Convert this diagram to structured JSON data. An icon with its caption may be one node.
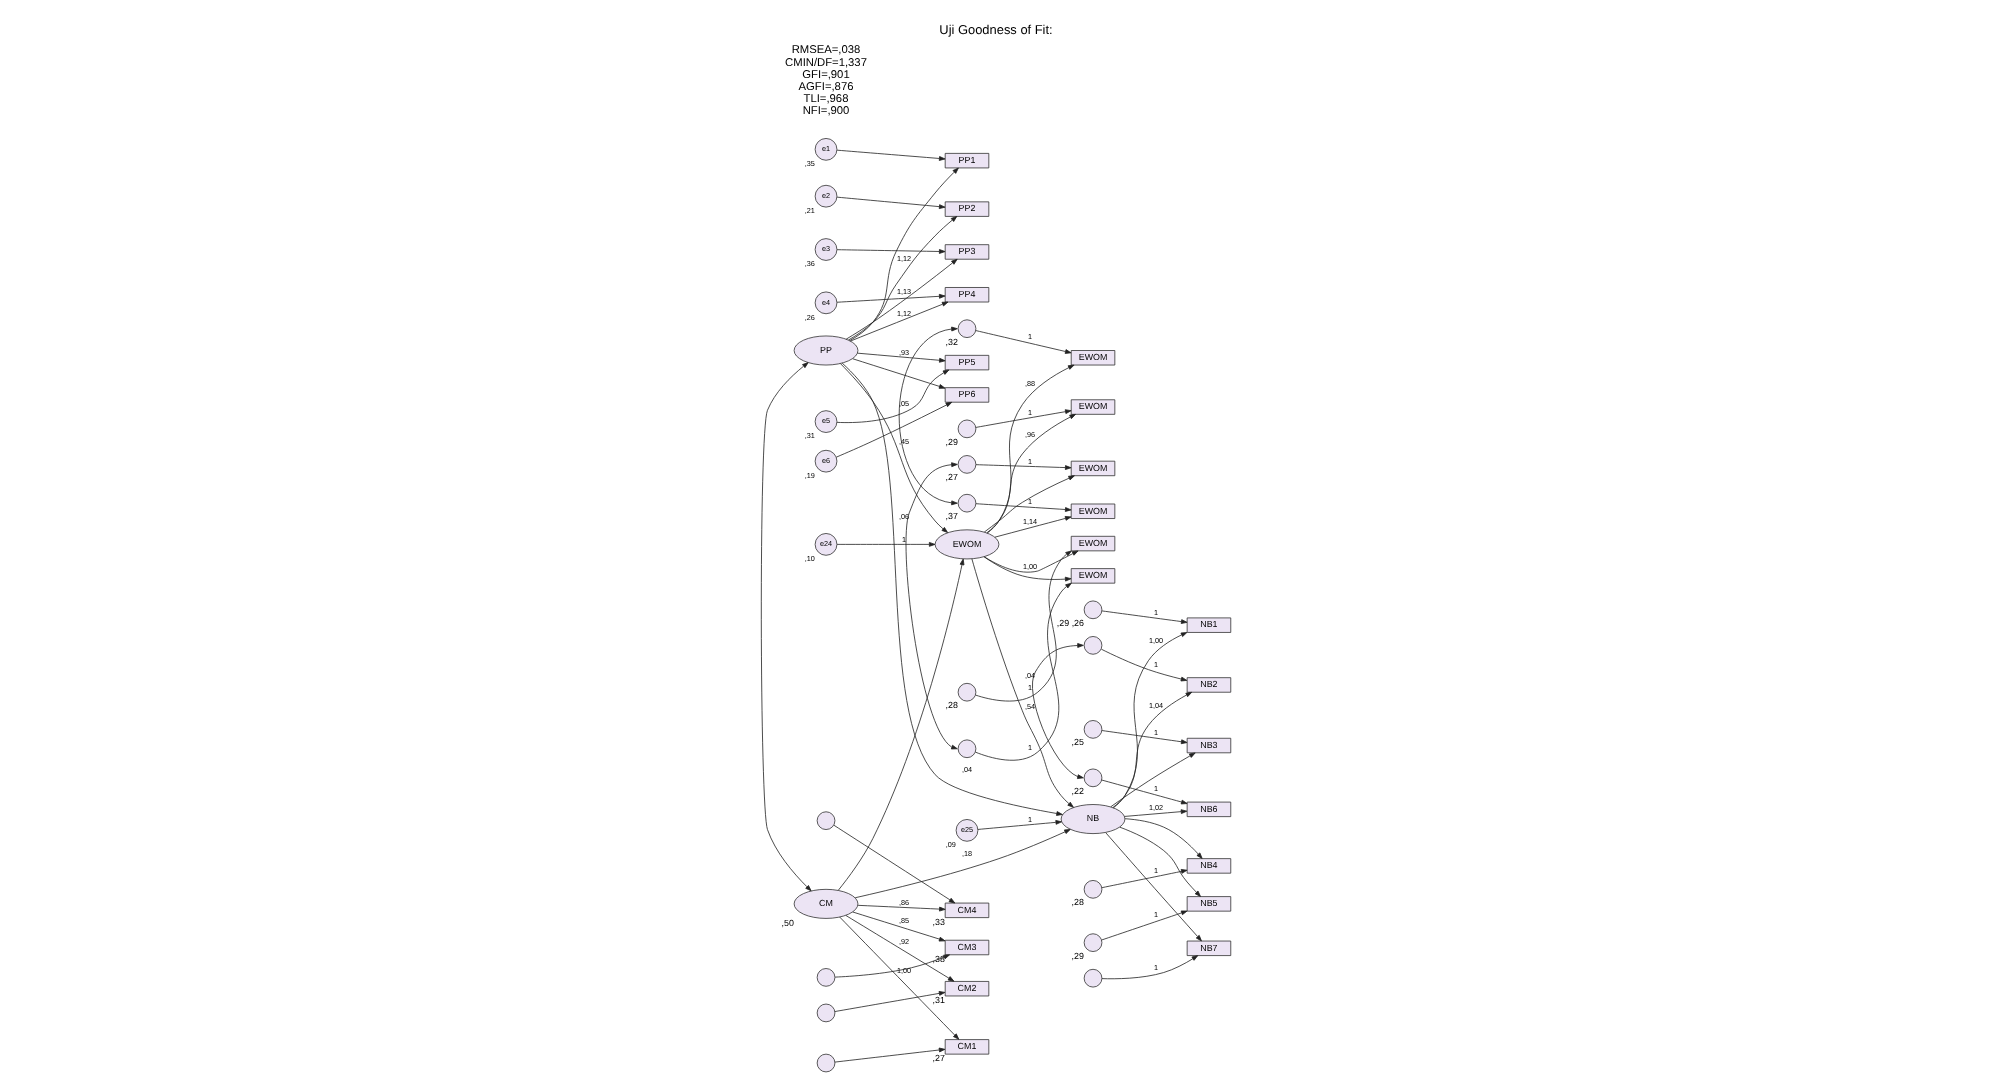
{
  "diagram": {
    "title": "Uji Goodness of Fit:",
    "nodes": [
      {
        "text": [
          "PP"
        ]
      },
      {
        "text": [
          "PP1"
        ]
      },
      {
        "text": [
          "PP2"
        ]
      },
      {
        "text": [
          "PP3"
        ]
      },
      {
        "text": [
          "PP4"
        ]
      },
      {
        "text": [
          "PP5"
        ]
      },
      {
        "text": [
          "PP6"
        ]
      },
      {
        "text": [
          "e1"
        ],
        "beside": [
          ",35"
        ]
      },
      {
        "text": [
          "e2"
        ],
        "beside": [
          ",21"
        ]
      },
      {
        "text": [
          "e3"
        ],
        "beside": [
          ",36"
        ]
      },
      {
        "text": [
          "e4"
        ],
        "beside": [
          ",26"
        ]
      },
      {
        "text": [
          "e5"
        ],
        "beside": [
          ",31"
        ]
      },
      {
        "text": [
          "e6"
        ],
        "beside": [
          ",19"
        ]
      },
      {
        "text": [
          "EWOM"
        ]
      },
      {
        "text": [
          "EWOM"
        ]
      },
      {
        "text": [
          "EWOM"
        ]
      },
      {
        "text": [
          "EWOM"
        ]
      },
      {
        "text": [
          "EWOM"
        ]
      },
      {
        "text": [
          "EWOM"
        ]
      },
      {
        "text": [],
        "shape": "circle",
        "beside": [
          ",32"
        ]
      },
      {
        "text": [],
        "shape": "circle",
        "beside": [
          ",29"
        ]
      },
      {
        "text": [],
        "shape": "circle",
        "beside": [
          ",27"
        ]
      },
      {
        "text": [],
        "shape": "circle",
        "beside": [
          ",37"
        ]
      },
      {
        "text": [],
        "shape": "circle",
        "beside": [
          ",28"
        ]
      },
      {
        "text": [],
        "shape": "circle"
      },
      {
        "text": [
          "e24"
        ],
        "beside": [
          ",10"
        ]
      },
      {
        "text": [
          "EWOM"
        ]
      },
      {
        "text": [
          "e25"
        ],
        "beside": [
          ",09"
        ]
      },
      {
        "text": [
          "NB"
        ]
      },
      {
        "text": [
          "NB1"
        ]
      },
      {
        "text": [
          "NB2"
        ]
      },
      {
        "text": [
          "NB3"
        ]
      },
      {
        "text": [
          "NB4"
        ]
      },
      {
        "text": [
          "NB5"
        ]
      },
      {
        "text": [
          "NB6"
        ]
      },
      {
        "text": [
          "NB7"
        ]
      },
      {
        "text": [],
        "shape": "circle",
        "beside": [
          ",29",
          ",26"
        ]
      },
      {
        "text": [],
        "shape": "circle"
      },
      {
        "text": [],
        "shape": "circle",
        "beside": [
          ",25"
        ]
      },
      {
        "text": [],
        "shape": "circle",
        "beside": [
          ",28"
        ]
      },
      {
        "text": [],
        "shape": "circle",
        "beside": [
          ",29"
        ]
      },
      {
        "text": [],
        "shape": "circle",
        "beside": [
          ",22"
        ]
      },
      {
        "text": [],
        "shape": "circle"
      },
      {
        "text": [
          "CM"
        ],
        "beside": [
          ",50"
        ]
      },
      {
        "text": [
          "CM4"
        ],
        "beside": [
          ",33"
        ]
      },
      {
        "text": [
          "CM3"
        ],
        "beside": [
          ",38"
        ]
      },
      {
        "text": [
          "CM2"
        ],
        "beside": [
          ",31"
        ]
      },
      {
        "text": [
          "CM1"
        ],
        "beside": [
          ",27"
        ]
      },
      {
        "text": [],
        "shape": "circle"
      },
      {
        "text": [],
        "shape": "circle"
      },
      {
        "text": [],
        "shape": "circle"
      },
      {
        "text": [],
        "shape": "circle"
      }
    ],
    "edges": [
      {
        "from": 7,
        "to": 1,
        "arrow": "to"
      },
      {
        "from": 8,
        "to": 2,
        "arrow": "to"
      },
      {
        "from": 9,
        "to": 3,
        "arrow": "to"
      },
      {
        "from": 10,
        "to": 4,
        "arrow": "to"
      },
      {
        "from": 11,
        "to": 5,
        "arrow": "to"
      },
      {
        "from": 12,
        "to": 6,
        "arrow": "to"
      },
      {
        "from": 0,
        "to": 1,
        "arrow": "to"
      },
      {
        "from": 0,
        "to": 2,
        "arrow": "to",
        "label": "1,12"
      },
      {
        "from": 0,
        "to": 3,
        "arrow": "to",
        "label": "1,13"
      },
      {
        "from": 0,
        "to": 4,
        "arrow": "to",
        "label": "1,12"
      },
      {
        "from": 0,
        "to": 5,
        "arrow": "to",
        "label": ",93"
      },
      {
        "from": 0,
        "to": 6,
        "arrow": "to"
      },
      {
        "from": 19,
        "to": 13,
        "arrow": "to",
        "label": "1"
      },
      {
        "from": 20,
        "to": 14,
        "arrow": "to",
        "label": "1"
      },
      {
        "from": 21,
        "to": 15,
        "arrow": "to",
        "label": "1"
      },
      {
        "from": 22,
        "to": 16,
        "arrow": "to",
        "label": "1"
      },
      {
        "from": 23,
        "to": 17,
        "arrow": "to",
        "label": "1"
      },
      {
        "from": 24,
        "to": 18,
        "arrow": "to",
        "label": "1"
      },
      {
        "from": 26,
        "to": 13,
        "arrow": "to",
        "label": ",88"
      },
      {
        "from": 26,
        "to": 14,
        "arrow": "to",
        "label": ",96"
      },
      {
        "from": 26,
        "to": 15,
        "arrow": "to"
      },
      {
        "from": 26,
        "to": 16,
        "arrow": "to",
        "label": "1,14"
      },
      {
        "from": 26,
        "to": 17,
        "arrow": "to",
        "label": "1,00"
      },
      {
        "from": 26,
        "to": 18,
        "arrow": "to"
      },
      {
        "from": 19,
        "to": 22,
        "arrow": "both",
        "label": ",05"
      },
      {
        "from": 21,
        "to": 24,
        "arrow": "both",
        "label": ",06"
      },
      {
        "from": 25,
        "to": 26,
        "arrow": "to",
        "label": "1"
      },
      {
        "from": 0,
        "to": 26,
        "arrow": "to",
        "label": ",45"
      },
      {
        "from": 0,
        "to": 28,
        "arrow": "to",
        "label": ",04"
      },
      {
        "from": 43,
        "to": 26,
        "arrow": "to"
      },
      {
        "from": 43,
        "to": 28,
        "arrow": "to",
        "label": ",18"
      },
      {
        "from": 26,
        "to": 28,
        "arrow": "to",
        "label": ",54"
      },
      {
        "from": 0,
        "to": 43,
        "arrow": "both"
      },
      {
        "from": 27,
        "to": 28,
        "arrow": "to",
        "label": "1"
      },
      {
        "from": 28,
        "to": 29,
        "arrow": "to",
        "label": "1,00"
      },
      {
        "from": 28,
        "to": 30,
        "arrow": "to",
        "label": "1,04"
      },
      {
        "from": 28,
        "to": 31,
        "arrow": "to"
      },
      {
        "from": 28,
        "to": 32,
        "arrow": "to"
      },
      {
        "from": 28,
        "to": 33,
        "arrow": "to"
      },
      {
        "from": 28,
        "to": 34,
        "arrow": "to",
        "label": "1,02"
      },
      {
        "from": 28,
        "to": 35,
        "arrow": "to"
      },
      {
        "from": 36,
        "to": 29,
        "arrow": "to",
        "label": "1"
      },
      {
        "from": 37,
        "to": 30,
        "arrow": "to",
        "label": "1"
      },
      {
        "from": 38,
        "to": 31,
        "arrow": "to",
        "label": "1"
      },
      {
        "from": 39,
        "to": 32,
        "arrow": "to",
        "label": "1"
      },
      {
        "from": 40,
        "to": 33,
        "arrow": "to",
        "label": "1"
      },
      {
        "from": 41,
        "to": 34,
        "arrow": "to",
        "label": "1"
      },
      {
        "from": 42,
        "to": 35,
        "arrow": "to",
        "label": "1"
      },
      {
        "from": 37,
        "to": 41,
        "arrow": "both",
        "label": ",04"
      },
      {
        "from": 43,
        "to": 44,
        "arrow": "to",
        "label": ",86"
      },
      {
        "from": 43,
        "to": 45,
        "arrow": "to",
        "label": ",85"
      },
      {
        "from": 43,
        "to": 46,
        "arrow": "to",
        "label": ",92"
      },
      {
        "from": 43,
        "to": 47,
        "arrow": "to",
        "label": "1,00"
      },
      {
        "from": 48,
        "to": 44,
        "arrow": "to"
      },
      {
        "from": 49,
        "to": 45,
        "arrow": "to"
      },
      {
        "from": 50,
        "to": 46,
        "arrow": "to"
      },
      {
        "from": 51,
        "to": 47,
        "arrow": "to"
      }
    ],
    "labels": [
      "RMSEA=,038",
      "CMIN/DF=1,337",
      "GFI=,901",
      "AGFI=,876",
      "TLI=,968",
      "NFI=,900"
    ]
  }
}
